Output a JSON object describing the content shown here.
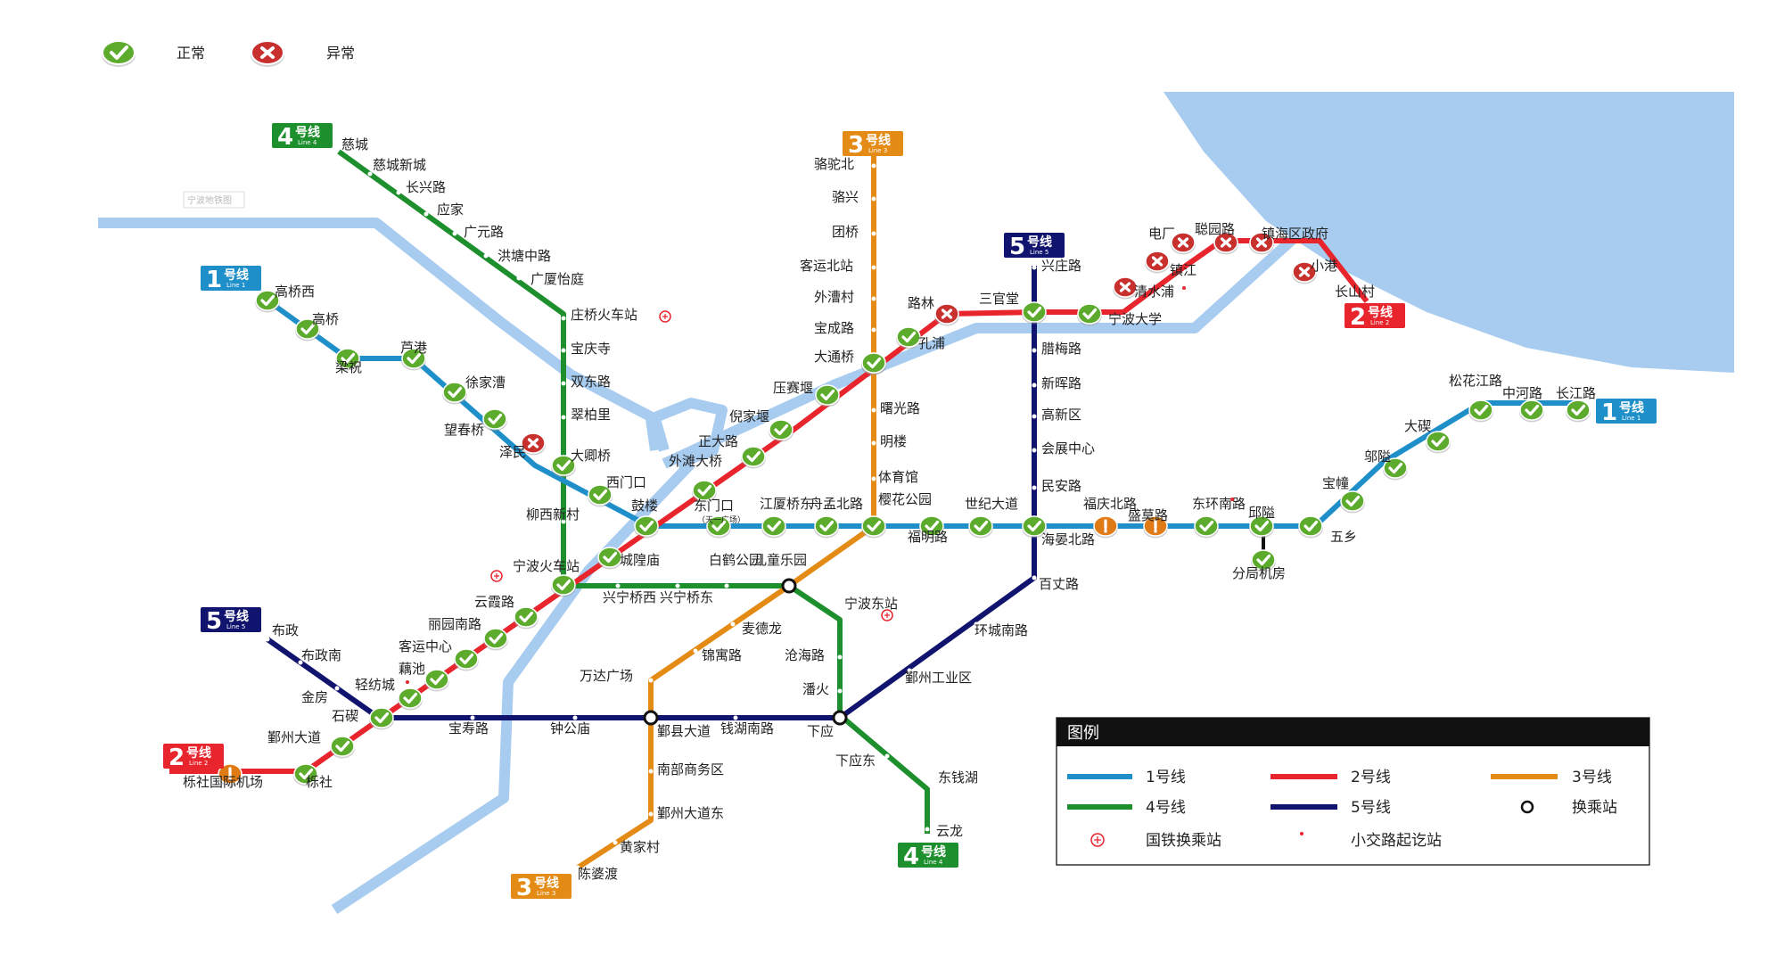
{
  "status_legend": {
    "ok_label": "正常",
    "bad_label": "异常"
  },
  "colors": {
    "line1": "#1e8fc8",
    "line2": "#e8242d",
    "line3": "#e48b15",
    "line4": "#1e8f2d",
    "line5": "#11146e",
    "water": "#a8ccf0",
    "ok": "#5cab2c",
    "bad": "#c8302e",
    "warn": "#e07a14"
  },
  "faint_label": "宁波地铁图",
  "line_badges": [
    {
      "id": "badge-line4-top",
      "num": "4",
      "zh": "号线",
      "en": "Line 4",
      "color": "#1e8f2d"
    },
    {
      "id": "badge-line3-top",
      "num": "3",
      "zh": "号线",
      "en": "Line 3",
      "color": "#e48b15"
    },
    {
      "id": "badge-line1-left",
      "num": "1",
      "zh": "号线",
      "en": "Line 1",
      "color": "#1e8fc8"
    },
    {
      "id": "badge-line5-top",
      "num": "5",
      "zh": "号线",
      "en": "Line 5",
      "color": "#11146e"
    },
    {
      "id": "badge-line2-right",
      "num": "2",
      "zh": "号线",
      "en": "Line 2",
      "color": "#e8242d"
    },
    {
      "id": "badge-line1-right",
      "num": "1",
      "zh": "号线",
      "en": "Line 1",
      "color": "#1e8fc8"
    },
    {
      "id": "badge-line5-left",
      "num": "5",
      "zh": "号线",
      "en": "Line 5",
      "color": "#11146e"
    },
    {
      "id": "badge-line2-left",
      "num": "2",
      "zh": "号线",
      "en": "Line 2",
      "color": "#e8242d"
    },
    {
      "id": "badge-line3-bottom",
      "num": "3",
      "zh": "号线",
      "en": "Line 3",
      "color": "#e48b15"
    },
    {
      "id": "badge-line4-bottom",
      "num": "4",
      "zh": "号线",
      "en": "Line 4",
      "color": "#1e8f2d"
    }
  ],
  "stations": [
    {
      "n": "慈城",
      "s": "none"
    },
    {
      "n": "慈城新城",
      "s": "none"
    },
    {
      "n": "长兴路",
      "s": "none"
    },
    {
      "n": "应家",
      "s": "none"
    },
    {
      "n": "广元路",
      "s": "none"
    },
    {
      "n": "洪塘中路",
      "s": "none"
    },
    {
      "n": "广厦怡庭",
      "s": "none"
    },
    {
      "n": "庄桥火车站",
      "s": "none"
    },
    {
      "n": "宝庆寺",
      "s": "none"
    },
    {
      "n": "双东路",
      "s": "none"
    },
    {
      "n": "翠柏里",
      "s": "none"
    },
    {
      "n": "大卿桥",
      "s": "ok"
    },
    {
      "n": "柳西新村",
      "s": "none"
    },
    {
      "n": "宁波火车站",
      "s": "ok"
    },
    {
      "n": "骆驼北",
      "s": "none"
    },
    {
      "n": "骆兴",
      "s": "none"
    },
    {
      "n": "团桥",
      "s": "none"
    },
    {
      "n": "客运北站",
      "s": "none"
    },
    {
      "n": "外漕村",
      "s": "none"
    },
    {
      "n": "宝成路",
      "s": "none"
    },
    {
      "n": "大通桥",
      "s": "ok"
    },
    {
      "n": "曙光路",
      "s": "none"
    },
    {
      "n": "明楼",
      "s": "none"
    },
    {
      "n": "体育馆",
      "s": "none"
    },
    {
      "n": "樱花公园",
      "s": "ok"
    },
    {
      "n": "兴庄路",
      "s": "none"
    },
    {
      "n": "三官堂",
      "s": "ok"
    },
    {
      "n": "腊梅路",
      "s": "none"
    },
    {
      "n": "新晖路",
      "s": "none"
    },
    {
      "n": "高新区",
      "s": "none"
    },
    {
      "n": "会展中心",
      "s": "none"
    },
    {
      "n": "民安路",
      "s": "none"
    },
    {
      "n": "海晏北路",
      "s": "ok"
    },
    {
      "n": "百丈路",
      "s": "none"
    },
    {
      "n": "环城南路",
      "s": "none"
    },
    {
      "n": "鄞州工业区",
      "s": "none"
    },
    {
      "n": "高桥西",
      "s": "ok"
    },
    {
      "n": "高桥",
      "s": "ok"
    },
    {
      "n": "梁祝",
      "s": "ok"
    },
    {
      "n": "芦港",
      "s": "ok"
    },
    {
      "n": "徐家漕",
      "s": "ok"
    },
    {
      "n": "望春桥",
      "s": "ok"
    },
    {
      "n": "泽民",
      "s": "bad"
    },
    {
      "n": "西门口",
      "s": "ok"
    },
    {
      "n": "鼓楼",
      "s": "ok"
    },
    {
      "n": "东门口",
      "s": "ok"
    },
    {
      "n": "（天一广场）",
      "s": "none"
    },
    {
      "n": "江厦桥东",
      "s": "ok"
    },
    {
      "n": "舟孟北路",
      "s": "ok"
    },
    {
      "n": "福明路",
      "s": "ok"
    },
    {
      "n": "世纪大道",
      "s": "ok"
    },
    {
      "n": "福庆北路",
      "s": "warn"
    },
    {
      "n": "盛莫路",
      "s": "warn"
    },
    {
      "n": "东环南路",
      "s": "ok"
    },
    {
      "n": "邱隘",
      "s": "ok"
    },
    {
      "n": "分局机房",
      "s": "ok"
    },
    {
      "n": "五乡",
      "s": "ok"
    },
    {
      "n": "宝幢",
      "s": "ok"
    },
    {
      "n": "邬隘",
      "s": "ok"
    },
    {
      "n": "大碶",
      "s": "ok"
    },
    {
      "n": "松花江路",
      "s": "ok"
    },
    {
      "n": "中河路",
      "s": "ok"
    },
    {
      "n": "长江路",
      "s": "ok"
    },
    {
      "n": "栎社国际机场",
      "s": "warn"
    },
    {
      "n": "栎社",
      "s": "ok"
    },
    {
      "n": "鄞州大道",
      "s": "ok"
    },
    {
      "n": "石碶",
      "s": "ok"
    },
    {
      "n": "轻纺城",
      "s": "ok"
    },
    {
      "n": "藕池",
      "s": "ok"
    },
    {
      "n": "客运中心",
      "s": "ok"
    },
    {
      "n": "丽园南路",
      "s": "ok"
    },
    {
      "n": "云霞路",
      "s": "ok"
    },
    {
      "n": "城隍庙",
      "s": "ok"
    },
    {
      "n": "外滩大桥",
      "s": "ok"
    },
    {
      "n": "正大路",
      "s": "ok"
    },
    {
      "n": "倪家堰",
      "s": "ok"
    },
    {
      "n": "压赛堰",
      "s": "ok"
    },
    {
      "n": "孔浦",
      "s": "ok"
    },
    {
      "n": "路林",
      "s": "ok"
    },
    {
      "n": "宁波大学",
      "s": "bad"
    },
    {
      "n": "清水浦",
      "s": "ok"
    },
    {
      "n": "镇江",
      "s": "bad"
    },
    {
      "n": "电厂",
      "s": "bad"
    },
    {
      "n": "聪园路",
      "s": "bad"
    },
    {
      "n": "镇海区政府",
      "s": "bad"
    },
    {
      "n": "小港",
      "s": "bad"
    },
    {
      "n": "长山村",
      "s": "bad"
    },
    {
      "n": "兴宁桥西",
      "s": "none"
    },
    {
      "n": "兴宁桥东",
      "s": "none"
    },
    {
      "n": "白鹤公园",
      "s": "none"
    },
    {
      "n": "儿童乐园",
      "s": "none"
    },
    {
      "n": "宁波东站",
      "s": "none"
    },
    {
      "n": "沧海路",
      "s": "none"
    },
    {
      "n": "潘火",
      "s": "none"
    },
    {
      "n": "下应",
      "s": "none"
    },
    {
      "n": "下应东",
      "s": "none"
    },
    {
      "n": "东钱湖",
      "s": "none"
    },
    {
      "n": "云龙",
      "s": "none"
    },
    {
      "n": "麦德龙",
      "s": "none"
    },
    {
      "n": "锦寓路",
      "s": "none"
    },
    {
      "n": "万达广场",
      "s": "none"
    },
    {
      "n": "鄞县大道",
      "s": "none"
    },
    {
      "n": "南部商务区",
      "s": "none"
    },
    {
      "n": "鄞州大道东",
      "s": "none"
    },
    {
      "n": "黄家村",
      "s": "none"
    },
    {
      "n": "陈婆渡",
      "s": "none"
    },
    {
      "n": "宝寿路",
      "s": "none"
    },
    {
      "n": "钟公庙",
      "s": "none"
    },
    {
      "n": "钱湖南路",
      "s": "none"
    },
    {
      "n": "布政",
      "s": "none"
    },
    {
      "n": "布政南",
      "s": "none"
    },
    {
      "n": "金房",
      "s": "none"
    }
  ],
  "legend": {
    "title": "图例",
    "line1": "1号线",
    "line2": "2号线",
    "line3": "3号线",
    "line4": "4号线",
    "line5": "5号线",
    "transfer": "换乘站",
    "rail_transfer": "国铁换乘站",
    "short_turn": "小交路起讫站"
  }
}
